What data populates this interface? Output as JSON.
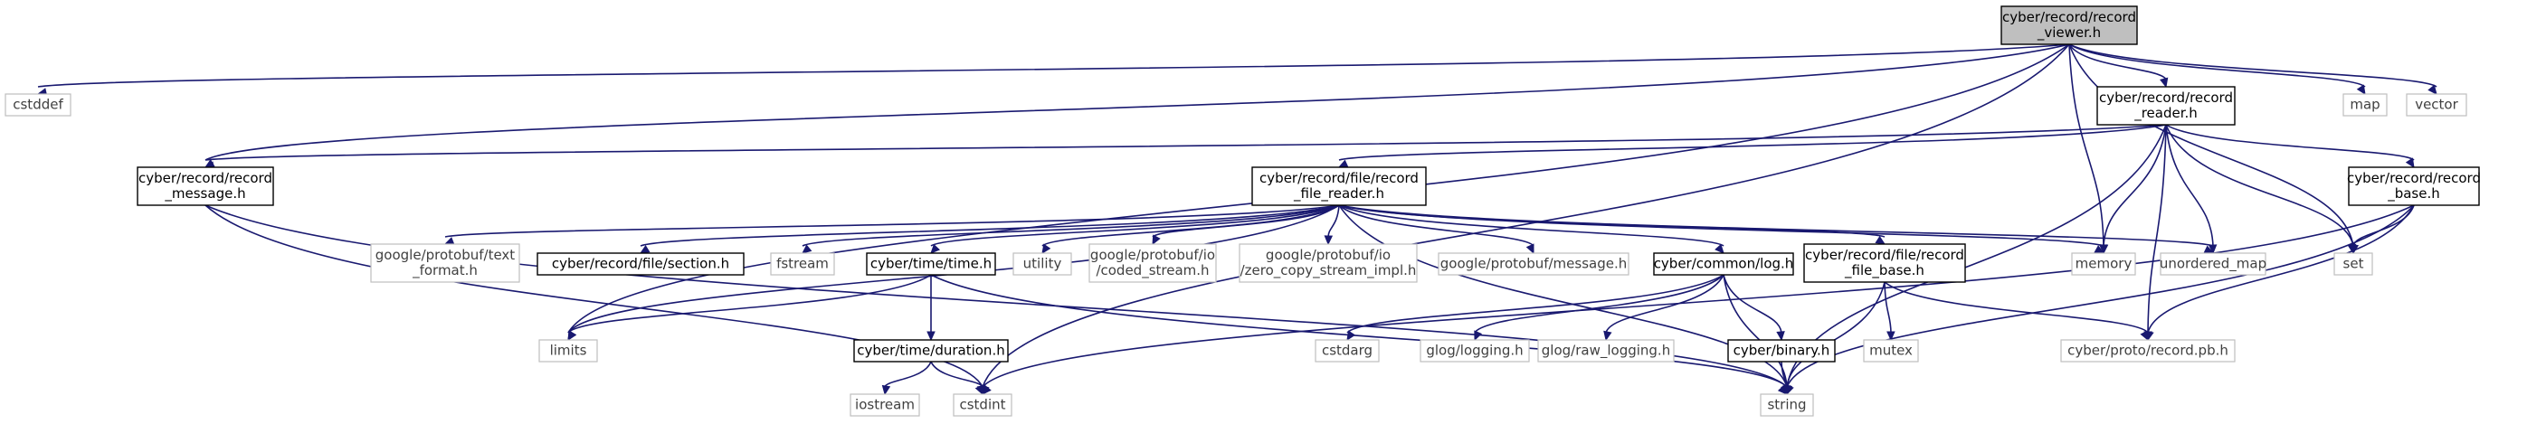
{
  "graph": {
    "nodes": [
      {
        "id": "n_viewer",
        "lines": [
          "cyber/record/record",
          "_viewer.h"
        ],
        "style": "root"
      },
      {
        "id": "n_reader",
        "lines": [
          "cyber/record/record",
          "_reader.h"
        ],
        "style": "file"
      },
      {
        "id": "n_cstddef",
        "lines": [
          "cstddef"
        ],
        "style": "system"
      },
      {
        "id": "n_map",
        "lines": [
          "map"
        ],
        "style": "system"
      },
      {
        "id": "n_vector",
        "lines": [
          "vector"
        ],
        "style": "system"
      },
      {
        "id": "n_message",
        "lines": [
          "cyber/record/record",
          "_message.h"
        ],
        "style": "file"
      },
      {
        "id": "n_filereader",
        "lines": [
          "cyber/record/file/record",
          "_file_reader.h"
        ],
        "style": "file"
      },
      {
        "id": "n_base",
        "lines": [
          "cyber/record/record",
          "_base.h"
        ],
        "style": "file"
      },
      {
        "id": "n_textformat",
        "lines": [
          "google/protobuf/text",
          "_format.h"
        ],
        "style": "system"
      },
      {
        "id": "n_section",
        "lines": [
          "cyber/record/file/section.h"
        ],
        "style": "file"
      },
      {
        "id": "n_fstream",
        "lines": [
          "fstream"
        ],
        "style": "system"
      },
      {
        "id": "n_time",
        "lines": [
          "cyber/time/time.h"
        ],
        "style": "file"
      },
      {
        "id": "n_utility",
        "lines": [
          "utility"
        ],
        "style": "system"
      },
      {
        "id": "n_coded",
        "lines": [
          "google/protobuf/io",
          "/coded_stream.h"
        ],
        "style": "system"
      },
      {
        "id": "n_zerocopy",
        "lines": [
          "google/protobuf/io",
          "/zero_copy_stream_impl.h"
        ],
        "style": "system"
      },
      {
        "id": "n_pbmessage",
        "lines": [
          "google/protobuf/message.h"
        ],
        "style": "system"
      },
      {
        "id": "n_log",
        "lines": [
          "cyber/common/log.h"
        ],
        "style": "file"
      },
      {
        "id": "n_filebase",
        "lines": [
          "cyber/record/file/record",
          "_file_base.h"
        ],
        "style": "file"
      },
      {
        "id": "n_memory",
        "lines": [
          "memory"
        ],
        "style": "system"
      },
      {
        "id": "n_umap",
        "lines": [
          "unordered_map"
        ],
        "style": "system"
      },
      {
        "id": "n_set",
        "lines": [
          "set"
        ],
        "style": "system"
      },
      {
        "id": "n_limits",
        "lines": [
          "limits"
        ],
        "style": "system"
      },
      {
        "id": "n_duration",
        "lines": [
          "cyber/time/duration.h"
        ],
        "style": "file"
      },
      {
        "id": "n_cstdarg",
        "lines": [
          "cstdarg"
        ],
        "style": "system"
      },
      {
        "id": "n_glog",
        "lines": [
          "glog/logging.h"
        ],
        "style": "system"
      },
      {
        "id": "n_rawlog",
        "lines": [
          "glog/raw_logging.h"
        ],
        "style": "system"
      },
      {
        "id": "n_binary",
        "lines": [
          "cyber/binary.h"
        ],
        "style": "file"
      },
      {
        "id": "n_mutex",
        "lines": [
          "mutex"
        ],
        "style": "system"
      },
      {
        "id": "n_recordpb",
        "lines": [
          "cyber/proto/record.pb.h"
        ],
        "style": "system"
      },
      {
        "id": "n_iostream",
        "lines": [
          "iostream"
        ],
        "style": "system"
      },
      {
        "id": "n_cstdint",
        "lines": [
          "cstdint"
        ],
        "style": "system"
      },
      {
        "id": "n_string",
        "lines": [
          "string"
        ],
        "style": "system"
      }
    ],
    "edges": [
      {
        "from": "n_viewer",
        "to": "n_cstddef"
      },
      {
        "from": "n_viewer",
        "to": "n_reader"
      },
      {
        "from": "n_viewer",
        "to": "n_map"
      },
      {
        "from": "n_viewer",
        "to": "n_vector"
      },
      {
        "from": "n_viewer",
        "to": "n_message"
      },
      {
        "from": "n_viewer",
        "to": "n_limits"
      },
      {
        "from": "n_viewer",
        "to": "n_cstdint"
      },
      {
        "from": "n_viewer",
        "to": "n_memory"
      },
      {
        "from": "n_viewer",
        "to": "n_set"
      },
      {
        "from": "n_reader",
        "to": "n_message"
      },
      {
        "from": "n_reader",
        "to": "n_filereader"
      },
      {
        "from": "n_reader",
        "to": "n_base"
      },
      {
        "from": "n_reader",
        "to": "n_memory"
      },
      {
        "from": "n_reader",
        "to": "n_umap"
      },
      {
        "from": "n_reader",
        "to": "n_set"
      },
      {
        "from": "n_reader",
        "to": "n_recordpb"
      },
      {
        "from": "n_reader",
        "to": "n_string"
      },
      {
        "from": "n_message",
        "to": "n_cstdint"
      },
      {
        "from": "n_message",
        "to": "n_string"
      },
      {
        "from": "n_filereader",
        "to": "n_limits"
      },
      {
        "from": "n_filereader",
        "to": "n_textformat"
      },
      {
        "from": "n_filereader",
        "to": "n_section"
      },
      {
        "from": "n_filereader",
        "to": "n_fstream"
      },
      {
        "from": "n_filereader",
        "to": "n_time"
      },
      {
        "from": "n_filereader",
        "to": "n_utility"
      },
      {
        "from": "n_filereader",
        "to": "n_coded"
      },
      {
        "from": "n_filereader",
        "to": "n_zerocopy"
      },
      {
        "from": "n_filereader",
        "to": "n_pbmessage"
      },
      {
        "from": "n_filereader",
        "to": "n_log"
      },
      {
        "from": "n_filereader",
        "to": "n_filebase"
      },
      {
        "from": "n_filereader",
        "to": "n_memory"
      },
      {
        "from": "n_filereader",
        "to": "n_umap"
      },
      {
        "from": "n_filereader",
        "to": "n_string"
      },
      {
        "from": "n_base",
        "to": "n_set"
      },
      {
        "from": "n_base",
        "to": "n_recordpb"
      },
      {
        "from": "n_base",
        "to": "n_cstdint"
      },
      {
        "from": "n_base",
        "to": "n_string"
      },
      {
        "from": "n_time",
        "to": "n_limits"
      },
      {
        "from": "n_time",
        "to": "n_duration"
      },
      {
        "from": "n_time",
        "to": "n_string"
      },
      {
        "from": "n_duration",
        "to": "n_iostream"
      },
      {
        "from": "n_duration",
        "to": "n_cstdint"
      },
      {
        "from": "n_log",
        "to": "n_cstdarg"
      },
      {
        "from": "n_log",
        "to": "n_glog"
      },
      {
        "from": "n_log",
        "to": "n_rawlog"
      },
      {
        "from": "n_log",
        "to": "n_binary"
      },
      {
        "from": "n_log",
        "to": "n_string"
      },
      {
        "from": "n_binary",
        "to": "n_string"
      },
      {
        "from": "n_filebase",
        "to": "n_mutex"
      },
      {
        "from": "n_filebase",
        "to": "n_recordpb"
      },
      {
        "from": "n_filebase",
        "to": "n_string"
      }
    ]
  }
}
